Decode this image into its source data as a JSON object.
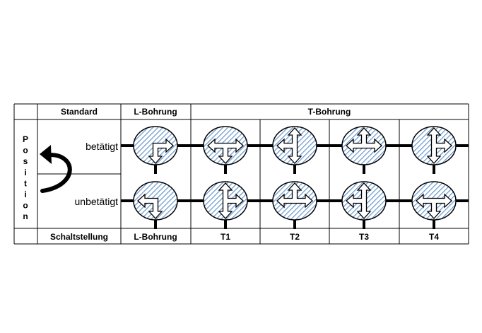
{
  "header": {
    "standard": "Standard",
    "l_bohrung": "L-Bohrung",
    "t_bohrung": "T-Bohrung"
  },
  "footer": {
    "schaltstellung": "Schaltstellung",
    "l_bohrung": "L-Bohrung",
    "t1": "T1",
    "t2": "T2",
    "t3": "T3",
    "t4": "T4"
  },
  "side": {
    "position_letters": [
      "P",
      "o",
      "s",
      "i",
      "t",
      "i",
      "o",
      "n"
    ]
  },
  "rows": {
    "actuated": "betätigt",
    "not_actuated": "unbetätigt"
  },
  "valves": {
    "actuated": [
      {
        "column": "L-Bohrung",
        "arms": [
          "right",
          "down"
        ]
      },
      {
        "column": "T1",
        "arms": [
          "left",
          "right",
          "down"
        ]
      },
      {
        "column": "T2",
        "arms": [
          "up",
          "down",
          "left"
        ]
      },
      {
        "column": "T3",
        "arms": [
          "left",
          "right",
          "up"
        ]
      },
      {
        "column": "T4",
        "arms": [
          "up",
          "down",
          "right"
        ]
      }
    ],
    "not_actuated": [
      {
        "column": "L-Bohrung",
        "arms": [
          "left",
          "down"
        ]
      },
      {
        "column": "T1",
        "arms": [
          "up",
          "down",
          "right"
        ]
      },
      {
        "column": "T2",
        "arms": [
          "left",
          "right",
          "up"
        ]
      },
      {
        "column": "T3",
        "arms": [
          "up",
          "down",
          "left"
        ]
      },
      {
        "column": "T4",
        "arms": [
          "left",
          "right",
          "down"
        ]
      }
    ]
  },
  "colors": {
    "hatch": "#5b8fc8",
    "line": "#000000",
    "background": "#ffffff"
  }
}
